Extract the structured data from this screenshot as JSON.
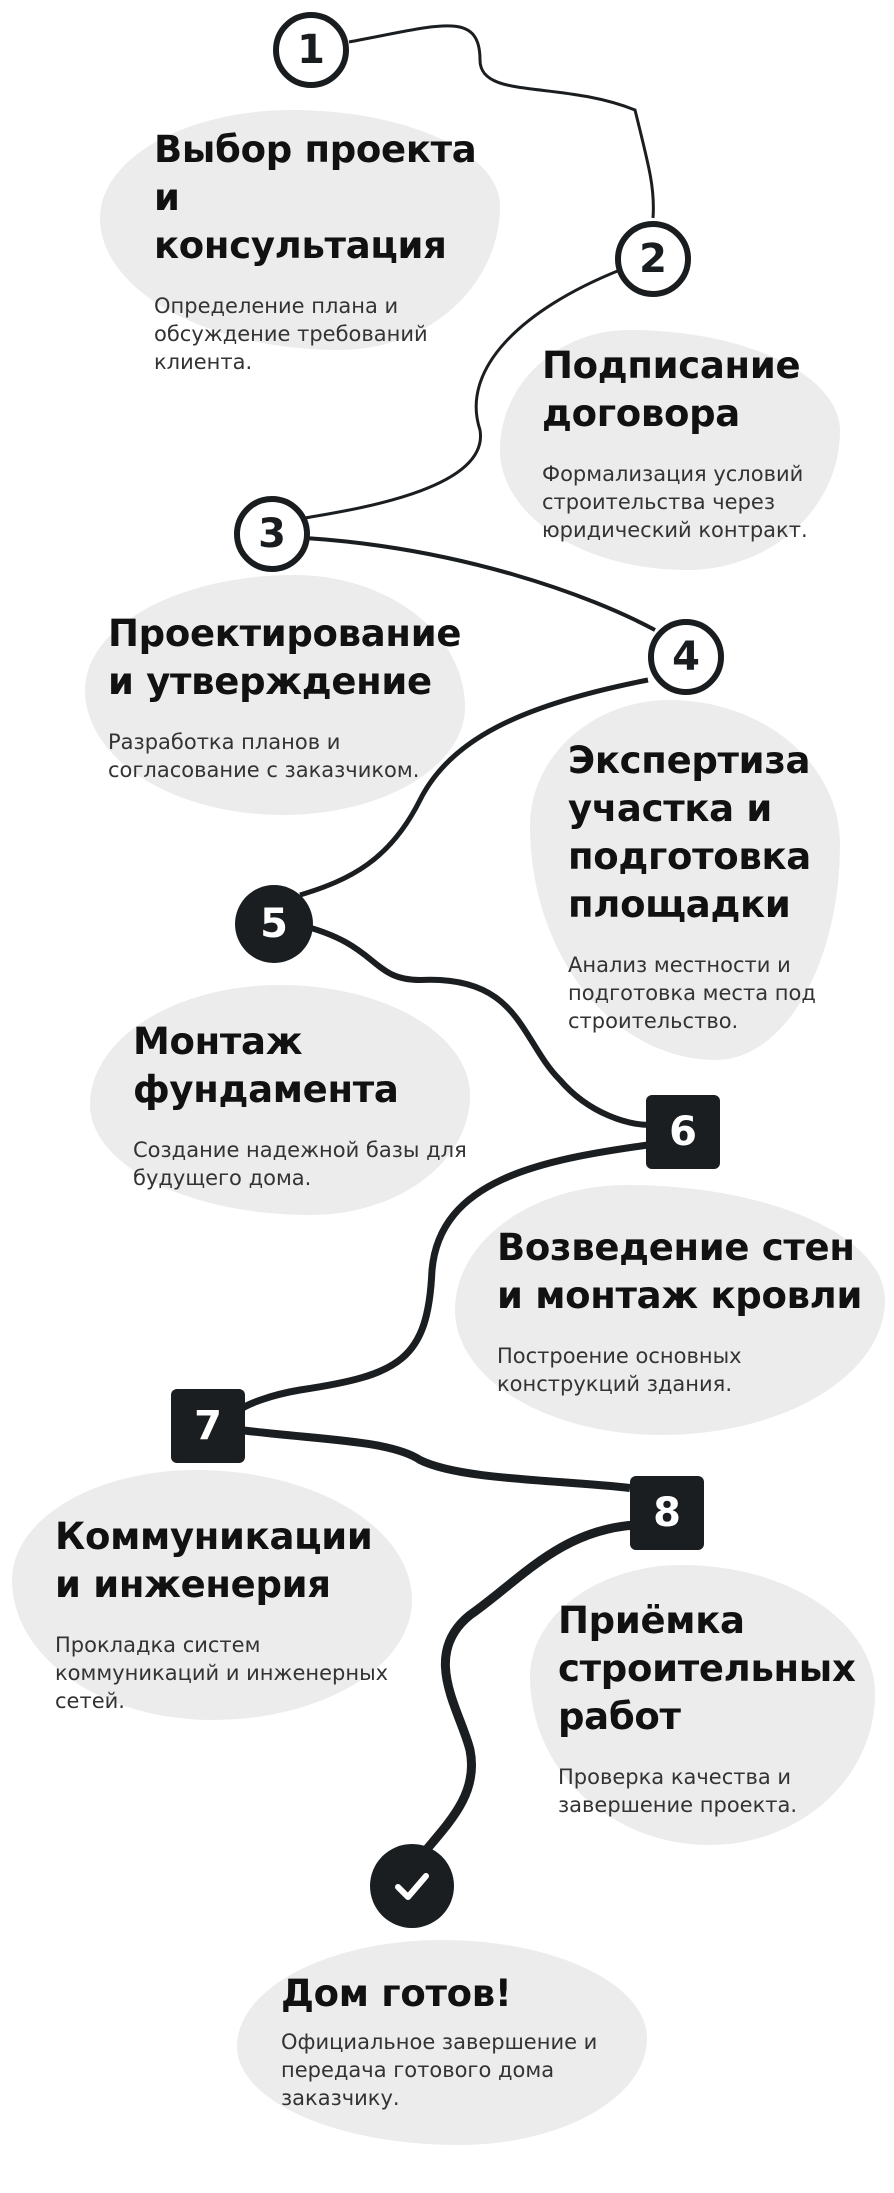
{
  "steps": [
    {
      "number": "1",
      "title_line1": "Выбор проекта",
      "title_line2": "и консультация",
      "desc": [
        "Определение плана и",
        "обсуждение требований",
        "клиента."
      ]
    },
    {
      "number": "2",
      "title_line1": "Подписание",
      "title_line2": "договора",
      "desc": [
        "Формализация условий",
        "строительства через",
        "юридический контракт."
      ]
    },
    {
      "number": "3",
      "title_line1": "Проектирование",
      "title_line2": "и утверждение",
      "desc": [
        "Разработка планов и",
        "согласование с заказчиком."
      ]
    },
    {
      "number": "4",
      "title_lines": [
        "Экспертиза",
        "участка и",
        "подготовка",
        "площадки"
      ],
      "desc": [
        "Анализ местности и",
        "подготовка места под",
        "строительство."
      ]
    },
    {
      "number": "5",
      "title_line1": "Монтаж",
      "title_line2": "фундамента",
      "desc": [
        "Создание надежной базы для",
        "будущего дома."
      ]
    },
    {
      "number": "6",
      "title_line1": "Возведение стен",
      "title_line2": "и монтаж кровли",
      "desc": [
        "Построение основных",
        "конструкций здания."
      ]
    },
    {
      "number": "7",
      "title_line1": "Коммуникации",
      "title_line2": "и инженерия",
      "desc": [
        "Прокладка систем",
        "коммуникаций и инженерных",
        "сетей."
      ]
    },
    {
      "number": "8",
      "title_lines": [
        "Приёмка",
        "строительных",
        "работ"
      ],
      "desc": [
        "Проверка качества и",
        "завершение проекта."
      ]
    }
  ],
  "final": {
    "icon": "checkmark-icon",
    "title": "Дом готов!",
    "desc": [
      "Официальное завершение и",
      "передача готового дома",
      "заказчику."
    ]
  },
  "colors": {
    "blob": "#ececec",
    "dark": "#1b1e21",
    "text": "#111111",
    "muted": "#333333"
  }
}
